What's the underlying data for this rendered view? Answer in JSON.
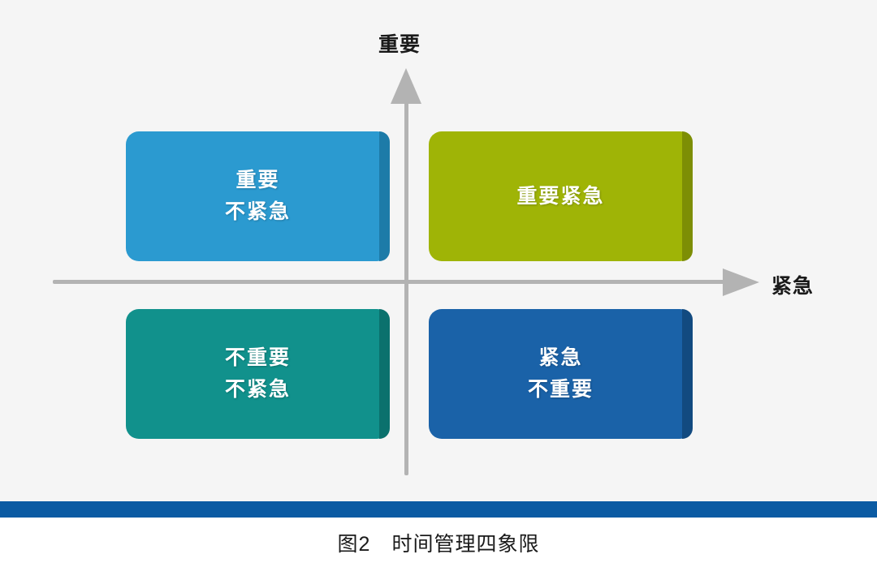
{
  "figure": {
    "background_color": "#f5f5f5",
    "caption": "图2　时间管理四象限",
    "accent_bar_color": "#0b5ba3"
  },
  "axes": {
    "vertical": {
      "label": "重要",
      "icon": "arrow-up-icon",
      "color": "#b3b3b3"
    },
    "horizontal": {
      "label": "紧急",
      "icon": "arrow-right-icon",
      "color": "#b3b3b3"
    }
  },
  "quadrants": [
    {
      "id": "important-not-urgent",
      "position": "top-left",
      "lines": [
        "重要",
        "不紧急"
      ],
      "color": "#2b9ad0",
      "shadow_color": "#1d7ba8"
    },
    {
      "id": "important-urgent",
      "position": "top-right",
      "lines": [
        "重要紧急"
      ],
      "color": "#9fb406",
      "shadow_color": "#7d8e05"
    },
    {
      "id": "not-important-not-urgent",
      "position": "bottom-left",
      "lines": [
        "不重要",
        "不紧急"
      ],
      "color": "#11918c",
      "shadow_color": "#0b716d"
    },
    {
      "id": "urgent-not-important",
      "position": "bottom-right",
      "lines": [
        "紧急",
        "不重要"
      ],
      "color": "#1a62a8",
      "shadow_color": "#124a80"
    }
  ]
}
